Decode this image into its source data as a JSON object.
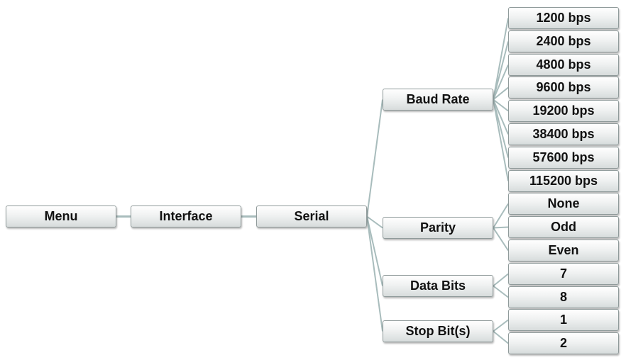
{
  "menu": {
    "root": "Menu",
    "interface": "Interface",
    "serial": "Serial",
    "categories": [
      {
        "label": "Baud Rate",
        "options": [
          "1200 bps",
          "2400 bps",
          "4800 bps",
          "9600 bps",
          "19200 bps",
          "38400 bps",
          "57600 bps",
          "115200 bps"
        ]
      },
      {
        "label": "Parity",
        "options": [
          "None",
          "Odd",
          "Even"
        ]
      },
      {
        "label": "Data Bits",
        "options": [
          "7",
          "8"
        ]
      },
      {
        "label": "Stop Bit(s)",
        "options": [
          "1",
          "2"
        ]
      }
    ]
  },
  "colors": {
    "connector": "#a8bcbc",
    "node_border": "#8f9a9a"
  }
}
